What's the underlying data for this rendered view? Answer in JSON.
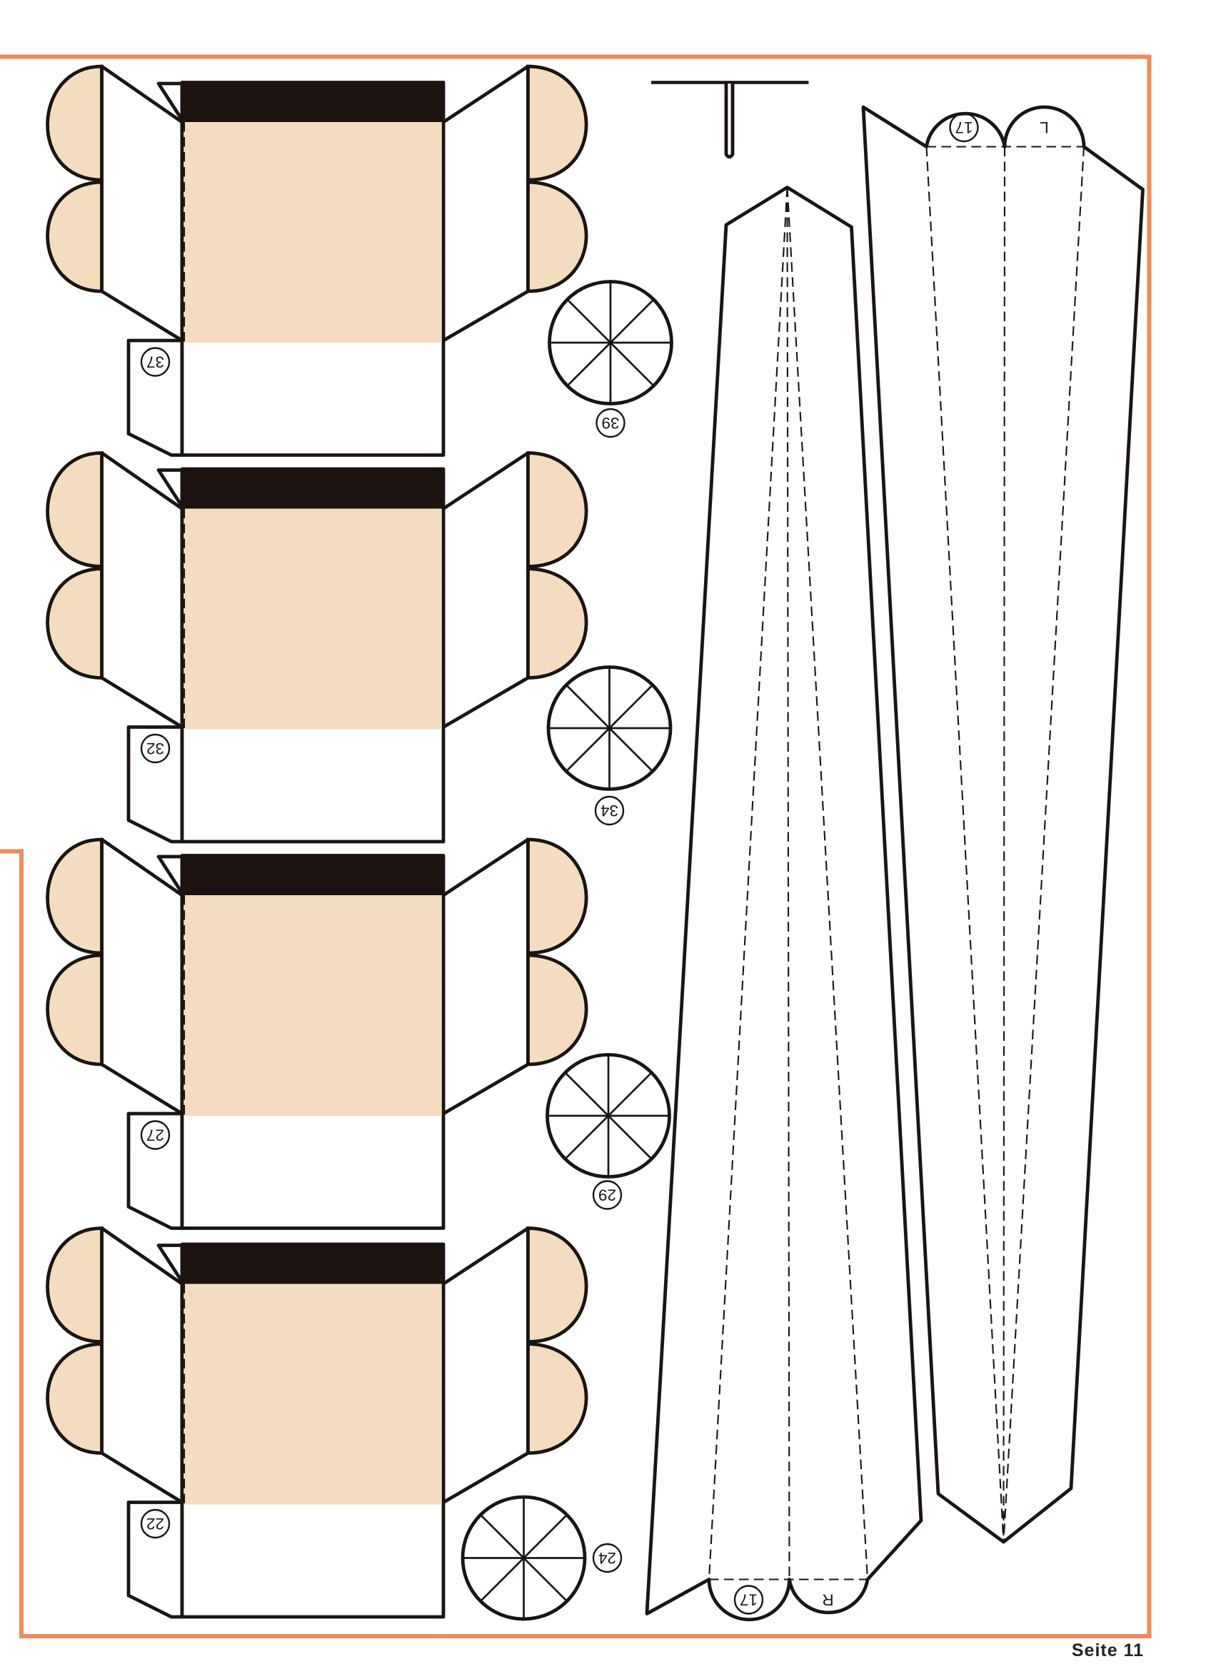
{
  "sheet": {
    "border_color": "#f08a5a",
    "panel_tan_color": "#f3dcc0",
    "band_color": "#1c1210"
  },
  "carts": [
    {
      "label": "37"
    },
    {
      "label": "32"
    },
    {
      "label": "27"
    },
    {
      "label": "22"
    }
  ],
  "wheels": [
    {
      "label": "39"
    },
    {
      "label": "34"
    },
    {
      "label": "29"
    },
    {
      "label": "24"
    }
  ],
  "long_pieces": {
    "left": {
      "tab_number": "17",
      "side": "R"
    },
    "right": {
      "tab_number": "17",
      "side": "L"
    }
  },
  "footer": {
    "page": "Seite 11"
  }
}
